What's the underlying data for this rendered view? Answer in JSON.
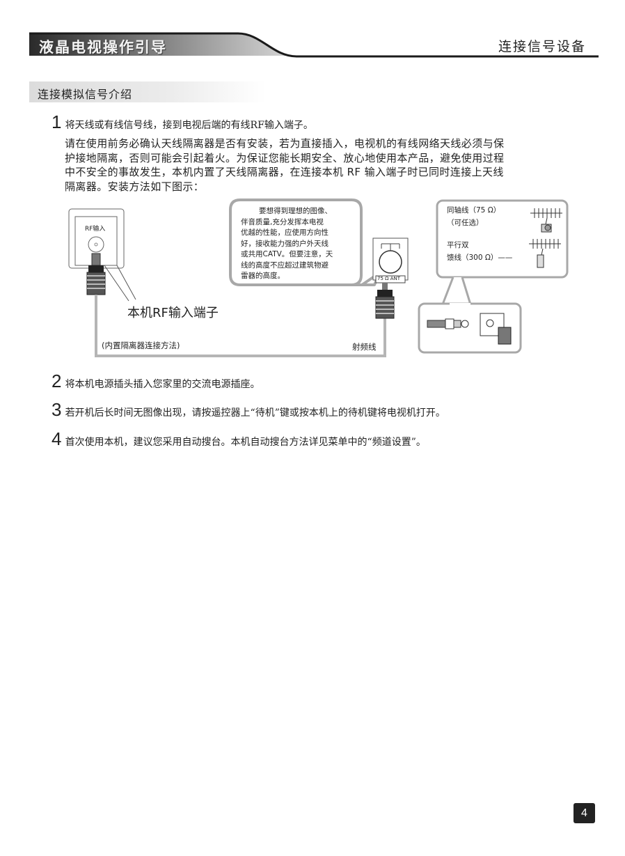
{
  "header": {
    "manual_title": "液晶电视操作引导",
    "chapter_title": "连接信号设备"
  },
  "section": {
    "title": "连接模拟信号介绍"
  },
  "steps": [
    {
      "number": "1",
      "text": "将天线或有线信号线，接到电视后端的有线RF输入端子。"
    },
    {
      "number": "2",
      "text": "将本机电源插头插入您家里的交流电源插座。"
    },
    {
      "number": "3",
      "text": "若开机后长时间无图像出现，请按遥控器上“待机”键或按本机上的待机键将电视机打开。"
    },
    {
      "number": "4",
      "text": "首次使用本机，建议您采用自动搜台。本机自动搜台方法详见菜单中的“频道设置”。"
    }
  ],
  "paragraph_lines": [
    "请在使用前务必确认天线隔离器是否有安装，若为直接插入，电视机的有线网络天线必须与保",
    "护接地隔离，否则可能会引起着火。为保证您能长期安全、放心地使用本产品，避免使用过程",
    "中不安全的事故发生，本机内置了天线隔离器，在连接本机 RF 输入端子时已同时连接上天线",
    "隔离器。安装方法如下图示："
  ],
  "diagram": {
    "rf_input_label": "RF输入",
    "rf_terminal_label": "本机RF输入端子",
    "builtin_isolator_label": "(内置隔离器连接方法)",
    "rf_cable_label": "射频线",
    "ant_label": "75 Ω ANT",
    "bubble_lines": [
      "要想得到理想的图像、",
      "伴音质量,充分发挥本电视",
      "优越的性能，应使用方向性",
      "好，接收能力强的户外天线",
      "或共用CATV。但要注意，天",
      "线的高度不应超过建筑物避",
      "雷器的高度。"
    ],
    "coax_label": "同轴线（75 Ω）",
    "coax_optional": "（可任选）",
    "parallel_label_1": "平行双",
    "parallel_label_2": "馈线（300 Ω）——"
  },
  "page_number": "4",
  "colors": {
    "header_dark": "#1a1a1a",
    "header_light": "#cfcfcf",
    "frame_gray": "#aaaaaa",
    "section_bg": "#dcdcdc"
  }
}
